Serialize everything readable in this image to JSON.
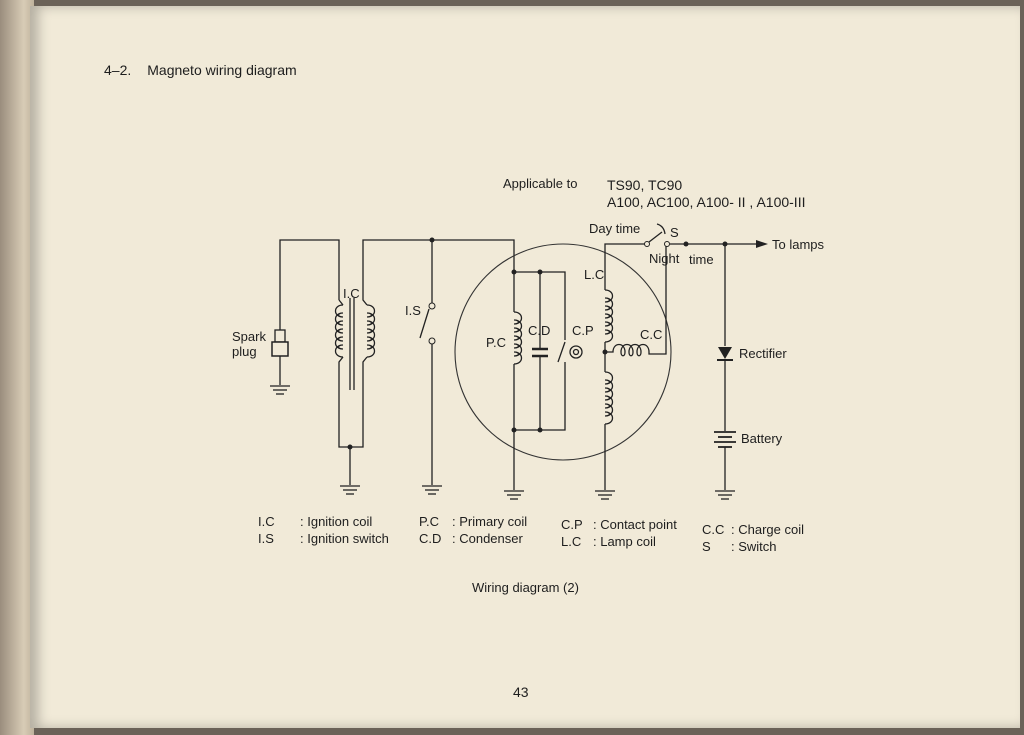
{
  "heading": {
    "number": "4–2.",
    "title": "Magneto wiring diagram"
  },
  "applicability": {
    "label": "Applicable to",
    "models_line1": "TS90, TC90",
    "models_line2": "A100, AC100, A100- II , A100-III"
  },
  "diagram": {
    "labels": {
      "spark_plug_1": "Spark",
      "spark_plug_2": "plug",
      "ic": "I.C",
      "is": "I.S",
      "pc": "P.C",
      "cd": "C.D",
      "cp": "C.P",
      "lc": "L.C",
      "cc": "C.C",
      "day_time": "Day time",
      "s": "S",
      "night": "Night",
      "time": "time",
      "to_lamps": "To lamps",
      "rectifier": "Rectifier",
      "battery": "Battery"
    }
  },
  "legend": [
    {
      "abbr": "I.C",
      "desc": ": Ignition coil"
    },
    {
      "abbr": "I.S",
      "desc": ": Ignition switch"
    },
    {
      "abbr": "P.C",
      "desc": ": Primary coil"
    },
    {
      "abbr": "C.D",
      "desc": ": Condenser"
    },
    {
      "abbr": "C.P",
      "desc": ": Contact point"
    },
    {
      "abbr": "L.C",
      "desc": ": Lamp coil"
    },
    {
      "abbr": "C.C",
      "desc": ": Charge coil"
    },
    {
      "abbr": "S",
      "desc": ": Switch"
    }
  ],
  "caption": "Wiring diagram (2)",
  "page_number": "43"
}
